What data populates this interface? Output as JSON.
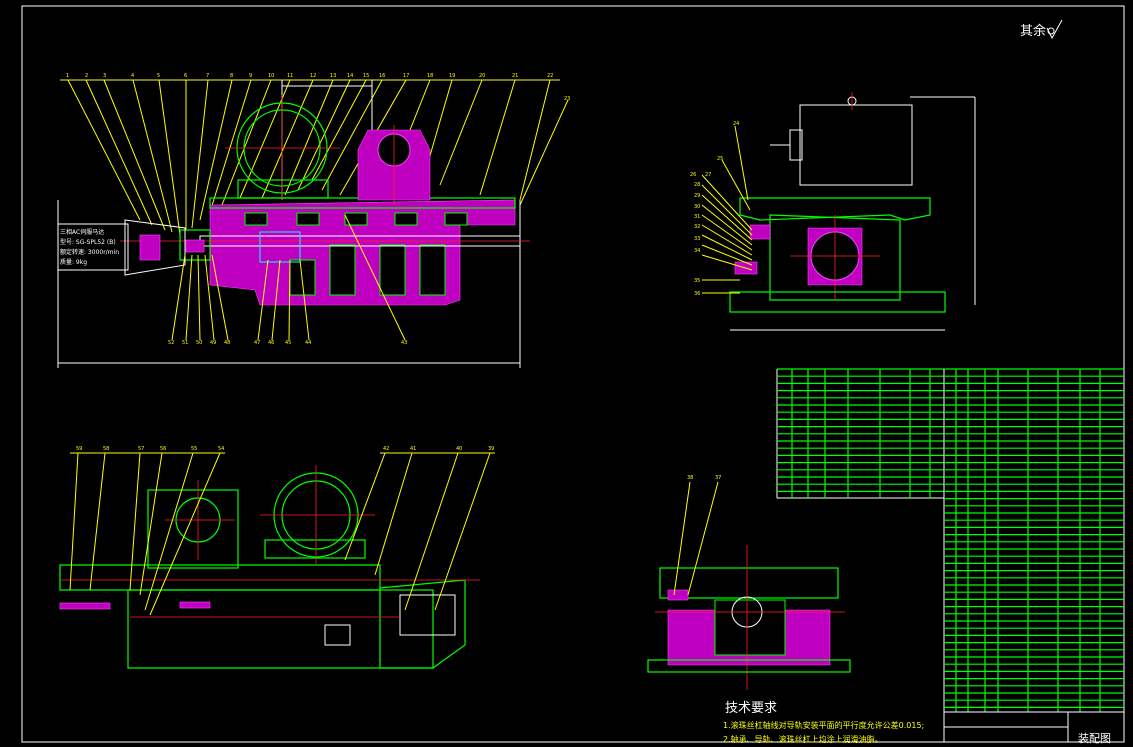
{
  "roughness_note": "其余",
  "tech_requirements": {
    "title": "技术要求",
    "lines": [
      "1.滚珠丝杠轴线对导轨安装平面的平行度允许公差0.015;",
      "2.轴承、导轨、滚珠丝杠上均涂上润滑油脂。"
    ]
  },
  "motor_spec_lines": [
    "三相AC伺服马达",
    "型号: SG-SPL52 (B)",
    "额定转速: 3000r/min",
    "质量: 9kg"
  ],
  "drawing_title": "装配图",
  "callouts_main_top": [
    "1",
    "2",
    "3",
    "4",
    "5",
    "6",
    "7",
    "8",
    "9",
    "10",
    "11",
    "12",
    "13",
    "14",
    "15",
    "16",
    "17",
    "18",
    "19",
    "20",
    "21",
    "22",
    "23"
  ],
  "callouts_main_bottom": [
    "52",
    "51",
    "50",
    "49",
    "48",
    "47",
    "46",
    "45",
    "44",
    "43"
  ],
  "callouts_side": [
    "24",
    "25",
    "26",
    "27",
    "28",
    "29",
    "30",
    "31",
    "32",
    "33",
    "34",
    "35",
    "36"
  ],
  "callouts_bottom_left": [
    "59",
    "58",
    "57",
    "56",
    "55",
    "54",
    "42",
    "41",
    "40",
    "39"
  ],
  "callouts_section": [
    "38",
    "37"
  ]
}
